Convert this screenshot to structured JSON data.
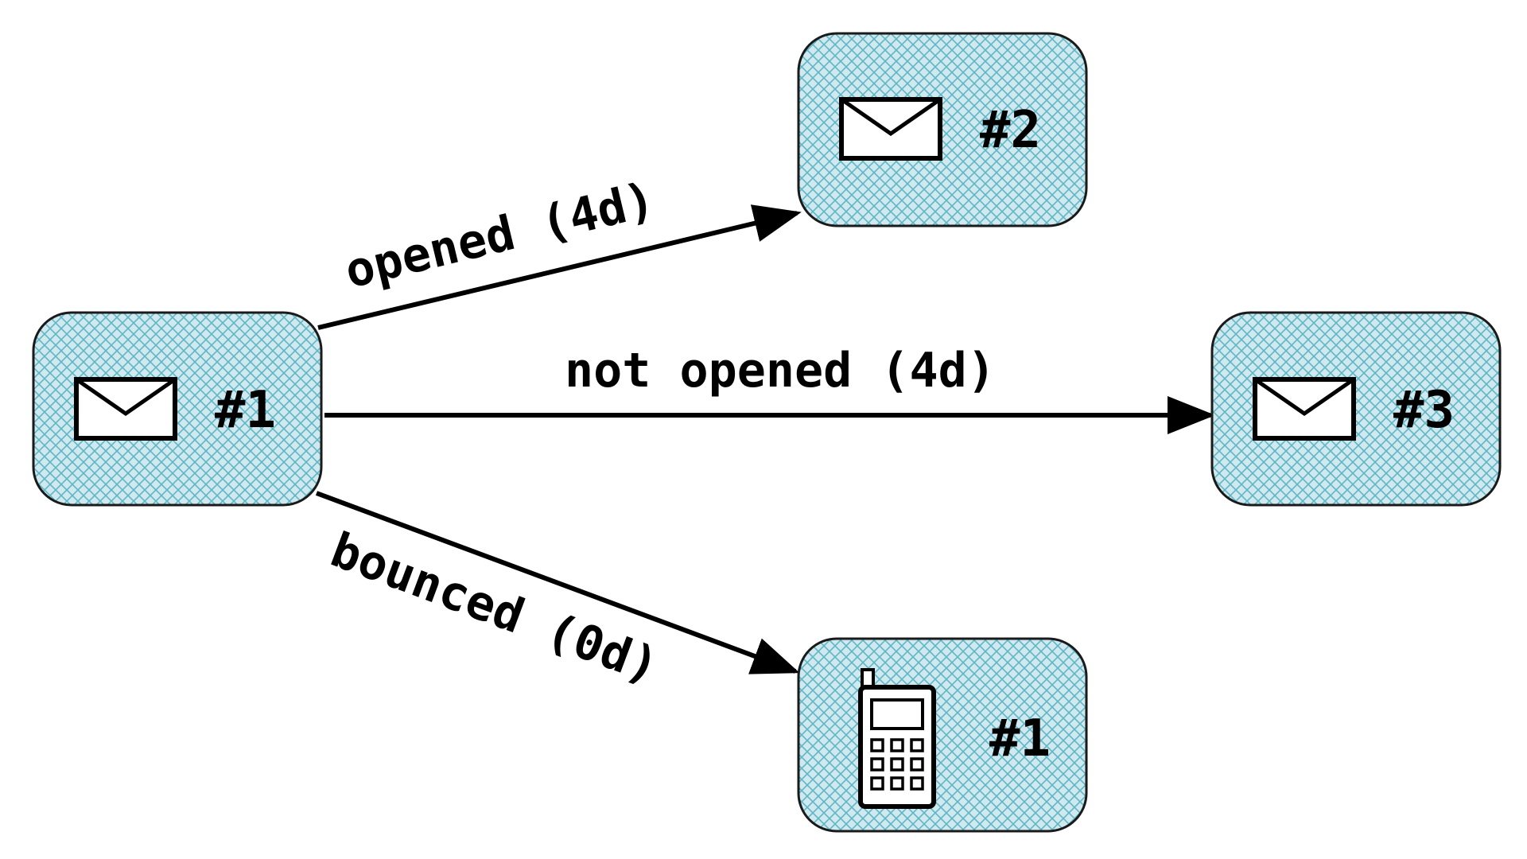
{
  "colors": {
    "node_fill": "#cfe9ee",
    "hatch": "#5fb6c7",
    "border": "#1a1a1a",
    "arrow": "#000000"
  },
  "nodes": [
    {
      "id": "email-1",
      "icon": "envelope-icon",
      "label": "#1"
    },
    {
      "id": "email-2",
      "icon": "envelope-icon",
      "label": "#2"
    },
    {
      "id": "email-3",
      "icon": "envelope-icon",
      "label": "#3"
    },
    {
      "id": "sms-1",
      "icon": "mobile-phone-icon",
      "label": "#1"
    }
  ],
  "edges": [
    {
      "from": "email-1",
      "to": "email-2",
      "label": "opened (4d)"
    },
    {
      "from": "email-1",
      "to": "email-3",
      "label": "not opened (4d)"
    },
    {
      "from": "email-1",
      "to": "sms-1",
      "label": "bounced (0d)"
    }
  ]
}
